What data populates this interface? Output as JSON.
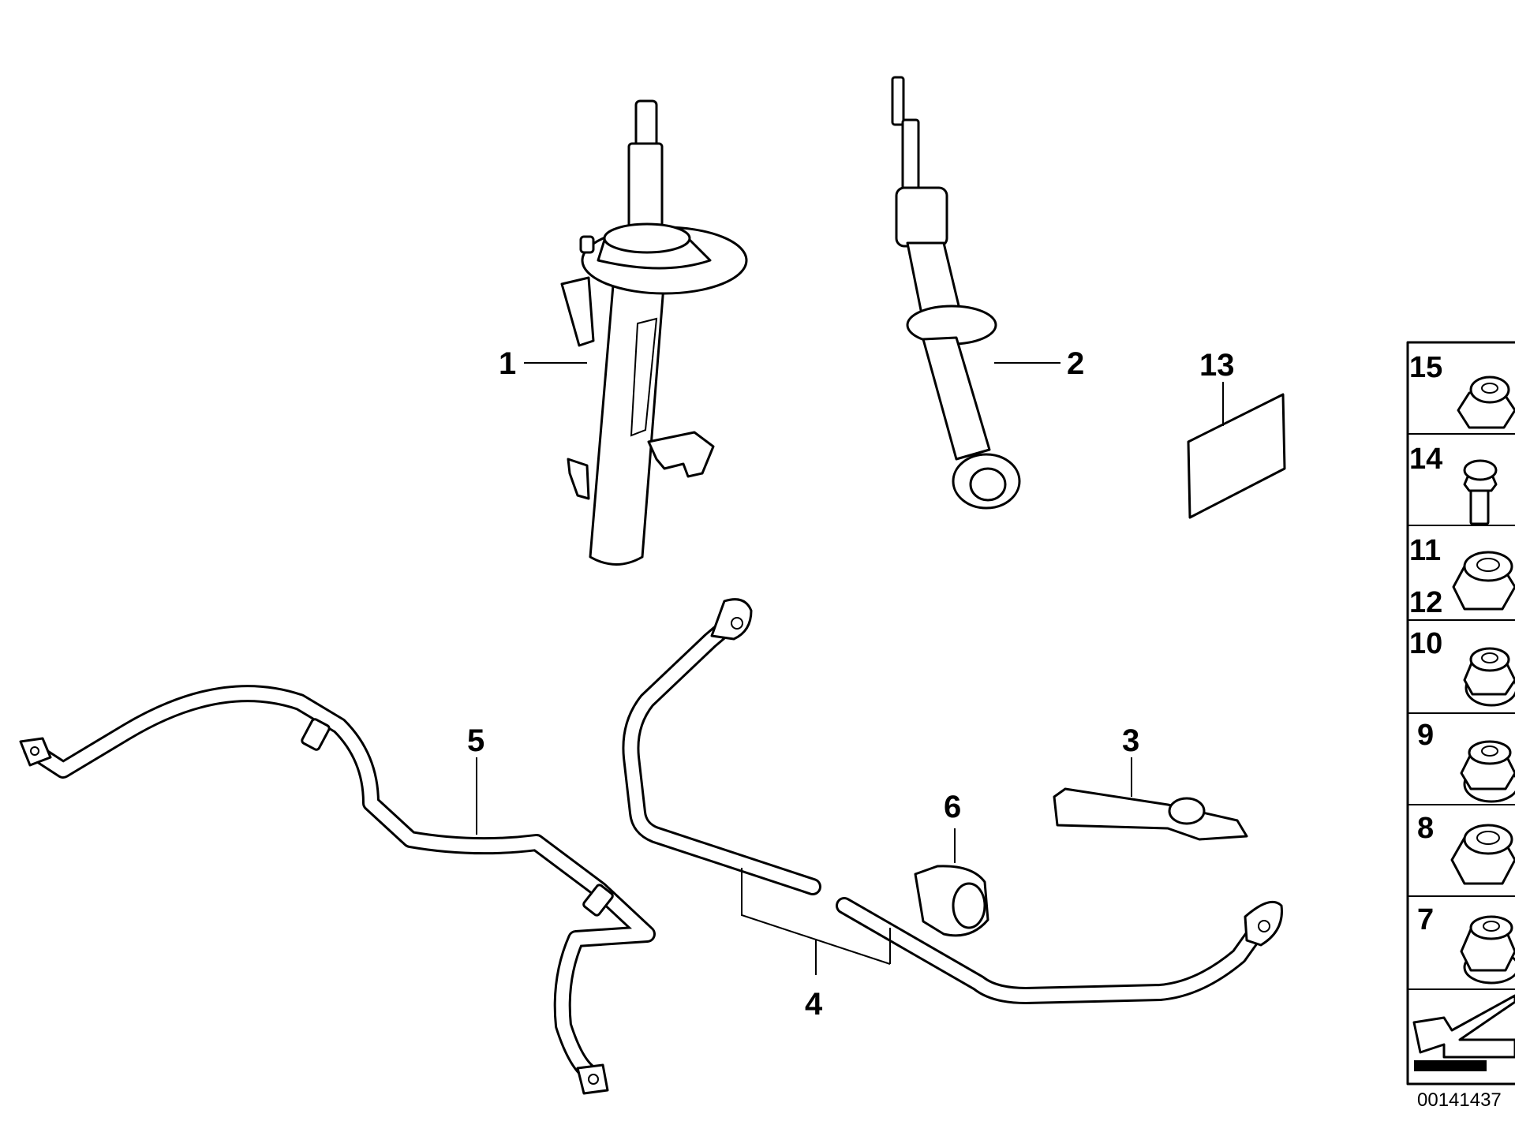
{
  "callouts": {
    "c1": "1",
    "c2": "2",
    "c3": "3",
    "c4": "4",
    "c5": "5",
    "c6": "6",
    "c13": "13"
  },
  "legend": {
    "items": [
      {
        "label": "15",
        "icon": "flange-nut-icon"
      },
      {
        "label": "14",
        "icon": "bolt-icon"
      },
      {
        "label": "11",
        "label2": "12",
        "icon": "hex-nut-icon"
      },
      {
        "label": "10",
        "icon": "flange-nut-icon"
      },
      {
        "label": "9",
        "icon": "flange-nut-icon"
      },
      {
        "label": "8",
        "icon": "hex-nut-icon"
      },
      {
        "label": "7",
        "icon": "flange-nut-icon"
      }
    ]
  },
  "document_number": "00141437"
}
